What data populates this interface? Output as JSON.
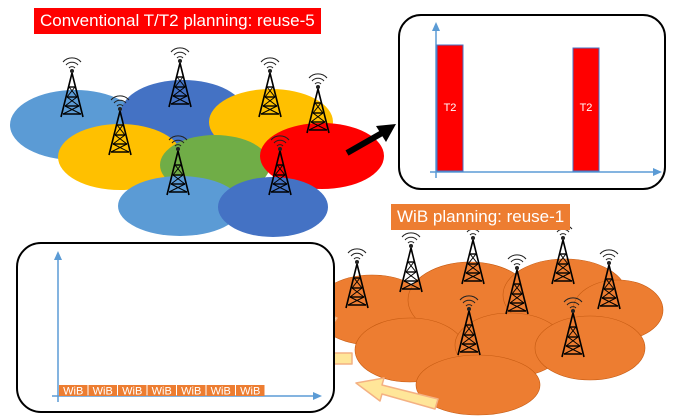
{
  "labels": {
    "top_title": "Conventional T/T2 planning: reuse-5",
    "wib_title": "WiB planning: reuse-1"
  },
  "top_chart": {
    "bars": [
      {
        "label": "T2"
      },
      {
        "label": "T2"
      }
    ]
  },
  "wib_chart": {
    "blocks": [
      "WiB",
      "WiB",
      "WiB",
      "WiB",
      "WiB",
      "WiB",
      "WiB"
    ]
  },
  "colors": {
    "red": "#ff0000",
    "orange": "#ed7d31",
    "light_blue": "#5b9bd5",
    "dark_blue": "#4472c4",
    "yellow": "#ffc000",
    "green": "#70ad47",
    "axis": "#5b9bd5",
    "arrow_light": "#ffe699"
  },
  "icons": [
    "cell-tower-icon",
    "black-arrow-icon",
    "yellow-arrow-icon"
  ]
}
